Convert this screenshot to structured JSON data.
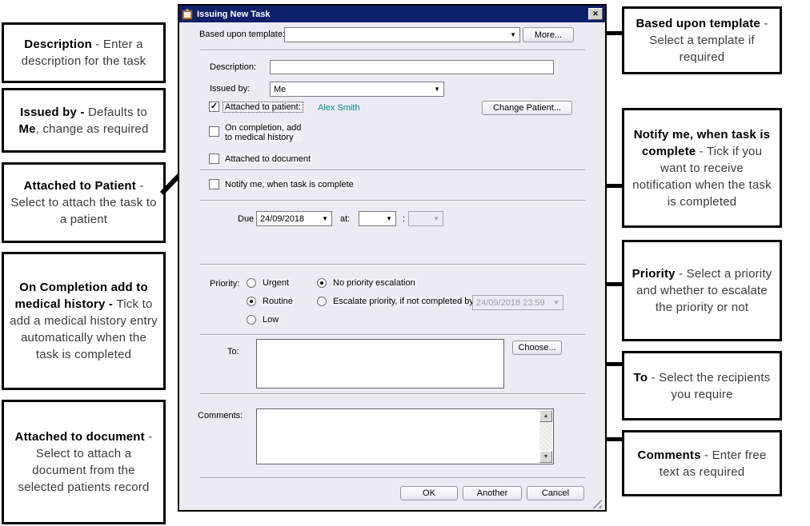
{
  "window": {
    "title": "Issuing New Task"
  },
  "icons": {
    "close_icon": "✕",
    "dropdown_icon": "▼",
    "check_icon": "✓",
    "scroll_up_icon": "▲",
    "scroll_down_icon": "▼"
  },
  "colors": {
    "titlebar": "#0d2069",
    "dialog_background": "#eceaf2",
    "patient_name": "#009193",
    "disabled_text": "#9ea0a8",
    "callout_border": "#000000"
  },
  "dialog": {
    "based_upon_template_label": "Based upon template:",
    "more_button": "More...",
    "description_label": "Description:",
    "issued_by_label": "Issued by:",
    "issued_by_value": "Me",
    "attached_to_patient_label": "Attached to patient:",
    "attached_to_patient_checked": true,
    "patient_name": "Alex Smith",
    "change_patient_button": "Change Patient...",
    "on_completion_label": "On completion, add\nto medical history",
    "attached_to_document_label": "Attached to document",
    "notify_me_label": "Notify me, when task is complete",
    "due_label": "Due",
    "due_date_value": "24/09/2018",
    "at_label": "at:",
    "time_separator": ":",
    "priority_label": "Priority:",
    "priority_options": [
      "Urgent",
      "Routine",
      "Low"
    ],
    "priority_selected": "Routine",
    "escalation_options": [
      "No priority escalation",
      "Escalate priority, if not completed by:"
    ],
    "escalation_selected": "No priority escalation",
    "escalation_date_value": "24/09/2018 23:59",
    "to_label": "To:",
    "choose_button": "Choose...",
    "comments_label": "Comments:",
    "buttons": {
      "ok": "OK",
      "another": "Another",
      "cancel": "Cancel"
    }
  },
  "callouts": {
    "left": [
      {
        "parts": [
          {
            "t": "Description",
            "b": true
          },
          {
            "t": " - Enter a description for the task",
            "b": false
          }
        ]
      },
      {
        "parts": [
          {
            "t": "Issued by - ",
            "b": true
          },
          {
            "t": "Defaults to ",
            "b": false
          },
          {
            "t": "Me",
            "b": true
          },
          {
            "t": ", change as required",
            "b": false
          }
        ]
      },
      {
        "parts": [
          {
            "t": "Attached to Patient",
            "b": true
          },
          {
            "t": " - Select to attach the task to a patient",
            "b": false
          }
        ]
      },
      {
        "parts": [
          {
            "t": "On Completion add to medical history - ",
            "b": true
          },
          {
            "t": "Tick to add a medical history entry automatically when the task is completed",
            "b": false
          }
        ]
      },
      {
        "parts": [
          {
            "t": "Attached to document",
            "b": true
          },
          {
            "t": " - Select to attach a document from the selected patients record",
            "b": false
          }
        ]
      }
    ],
    "right": [
      {
        "parts": [
          {
            "t": "Based upon template",
            "b": true
          },
          {
            "t": " - Select a template if required",
            "b": false
          }
        ]
      },
      {
        "parts": [
          {
            "t": "Notify me, when task is complete",
            "b": true
          },
          {
            "t": " - Tick if you want to receive notification when the task is completed",
            "b": false
          }
        ]
      },
      {
        "parts": [
          {
            "t": "Priority",
            "b": true
          },
          {
            "t": " - Select a priority and whether to escalate the priority or not",
            "b": false
          }
        ]
      },
      {
        "parts": [
          {
            "t": "To",
            "b": true
          },
          {
            "t": " - Select the recipients you require",
            "b": false
          }
        ]
      },
      {
        "parts": [
          {
            "t": "Comments",
            "b": true
          },
          {
            "t": " - Enter free text as required",
            "b": false
          }
        ]
      }
    ]
  }
}
